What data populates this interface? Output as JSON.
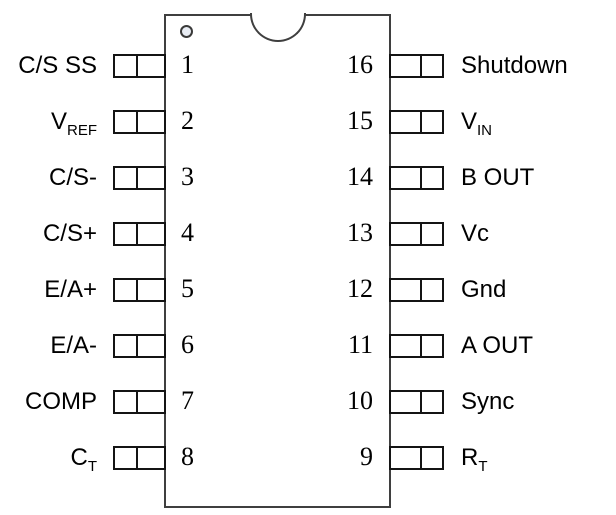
{
  "diagram": {
    "type": "ic-pinout",
    "package": "16-pin dual-in-line outline",
    "pin_count_visible": 16
  },
  "colors": {
    "background": "#ffffff",
    "body_line": "#3f3f3f",
    "pad_line": "#141414",
    "text": "#000000",
    "pin1_dot_fill": "#e9edf4",
    "pin1_dot_border": "#3a3a3a"
  },
  "pins": {
    "left": [
      {
        "number": "1",
        "main": "C/S SS",
        "sub": ""
      },
      {
        "number": "2",
        "main": "V",
        "sub": "REF"
      },
      {
        "number": "3",
        "main": "C/S-",
        "sub": ""
      },
      {
        "number": "4",
        "main": "C/S+",
        "sub": ""
      },
      {
        "number": "5",
        "main": "E/A+",
        "sub": ""
      },
      {
        "number": "6",
        "main": "E/A-",
        "sub": ""
      },
      {
        "number": "7",
        "main": "COMP",
        "sub": ""
      },
      {
        "number": "8",
        "main": "C",
        "sub": "T"
      }
    ],
    "right": [
      {
        "number": "16",
        "main": "Shutdown",
        "sub": ""
      },
      {
        "number": "15",
        "main": "V",
        "sub": "IN"
      },
      {
        "number": "14",
        "main": "B OUT",
        "sub": ""
      },
      {
        "number": "13",
        "main": "Vc",
        "sub": ""
      },
      {
        "number": "12",
        "main": "Gnd",
        "sub": ""
      },
      {
        "number": "11",
        "main": "A OUT",
        "sub": ""
      },
      {
        "number": "10",
        "main": "Sync",
        "sub": ""
      },
      {
        "number": "9",
        "main": "R",
        "sub": "T"
      }
    ]
  }
}
